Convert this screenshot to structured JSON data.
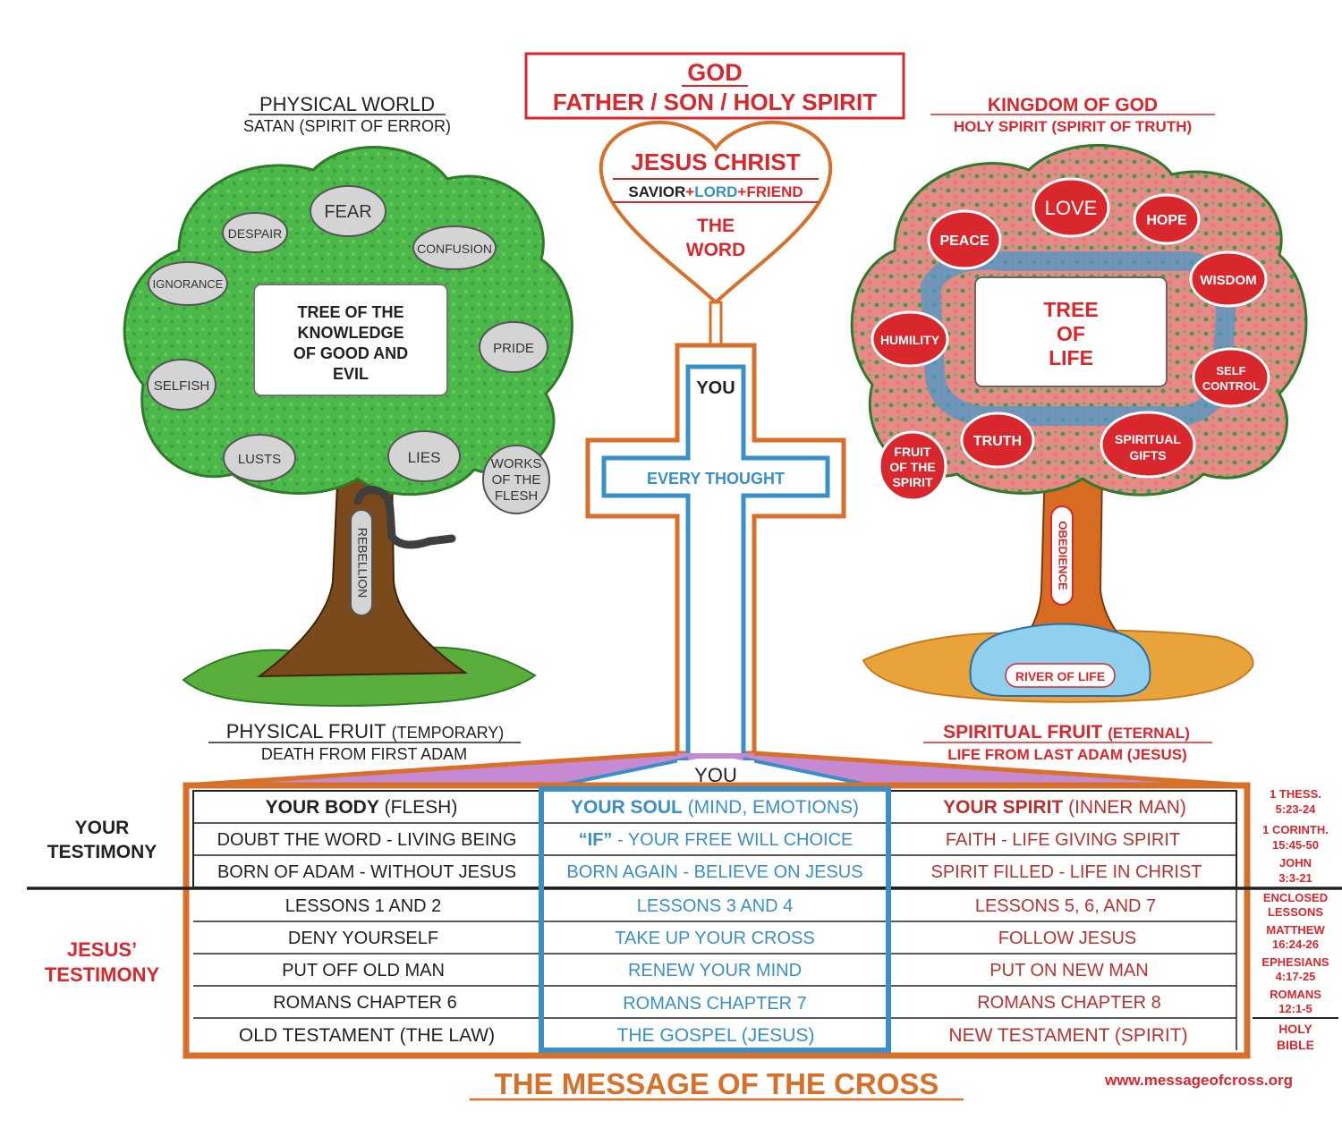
{
  "colors": {
    "red": "#d8272d",
    "dark_red": "#b7332f",
    "blue": "#3a8fc6",
    "orange": "#d8702a",
    "green_leaf": "#4bb84a",
    "pink_leaf": "#e58a86",
    "trunk": "#7a4a1c",
    "trunk_right": "#d76b22",
    "gray_bubble": "#d4d4d4"
  },
  "header": {
    "god": "GOD",
    "trinity": "FATHER / SON / HOLY SPIRIT",
    "jesus": "JESUS CHRIST",
    "savior": "SAVIOR",
    "plus1": "+",
    "lord": "LORD",
    "plus2": "+",
    "friend": "FRIEND",
    "the_word_1": "THE",
    "the_word_2": "WORD"
  },
  "cross": {
    "every_thought": "EVERY THOUGHT",
    "you": "YOU"
  },
  "left_tree": {
    "title": "PHYSICAL WORLD",
    "subtitle": "SATAN (SPIRIT OF ERROR)",
    "center_lines": [
      "TREE OF THE",
      "KNOWLEDGE",
      "OF GOOD AND",
      "EVIL"
    ],
    "bubbles": [
      "FEAR",
      "DESPAIR",
      "CONFUSION",
      "IGNORANCE",
      "PRIDE",
      "SELFISH",
      "LUSTS",
      "LIES"
    ],
    "works_lines": [
      "WORKS",
      "OF THE",
      "FLESH"
    ],
    "trunk_label": "REBELLION",
    "fruit_title": "PHYSICAL FRUIT",
    "fruit_note": "(TEMPORARY)",
    "fruit_sub": "DEATH FROM FIRST ADAM"
  },
  "right_tree": {
    "title": "KINGDOM OF GOD",
    "subtitle": "HOLY SPIRIT (SPIRIT OF TRUTH)",
    "center_lines": [
      "TREE",
      "OF",
      "LIFE"
    ],
    "bubbles": [
      "LOVE",
      "PEACE",
      "HOPE",
      "WISDOM",
      "HUMILITY",
      "TRUTH"
    ],
    "self_control": [
      "SELF",
      "CONTROL"
    ],
    "spiritual_gifts": [
      "SPIRITUAL",
      "GIFTS"
    ],
    "fruit_spirit": [
      "FRUIT",
      "OF THE",
      "SPIRIT"
    ],
    "trunk_label": "OBEDIENCE",
    "river": "RIVER OF LIFE",
    "fruit_title": "SPIRITUAL FRUIT",
    "fruit_note": "(ETERNAL)",
    "fruit_sub": "LIFE FROM LAST ADAM (JESUS)"
  },
  "table": {
    "your_testimony": [
      "YOUR",
      "TESTIMONY"
    ],
    "jesus_testimony": [
      "JESUS’",
      "TESTIMONY"
    ],
    "header": {
      "body_bold": "YOUR BODY",
      "body_rest": " (FLESH)",
      "soul_bold": "YOUR SOUL",
      "soul_rest": " (MIND, EMOTIONS)",
      "spirit_bold": "YOUR SPIRIT",
      "spirit_rest": " (INNER MAN)"
    },
    "row1": {
      "body": "DOUBT THE WORD - LIVING BEING",
      "soul_if": "“IF”",
      "soul_rest": " - YOUR FREE WILL CHOICE",
      "spirit": "FAITH - LIFE GIVING SPIRIT"
    },
    "row2": {
      "body": "BORN OF ADAM - WITHOUT JESUS",
      "soul": "BORN AGAIN - BELIEVE ON JESUS",
      "spirit": "SPIRIT FILLED - LIFE IN CHRIST"
    },
    "rows_lower": [
      {
        "body": "LESSONS 1 AND 2",
        "soul": "LESSONS 3 AND 4",
        "spirit": "LESSONS 5, 6, AND 7"
      },
      {
        "body": "DENY YOURSELF",
        "soul": "TAKE UP YOUR CROSS",
        "spirit": "FOLLOW JESUS"
      },
      {
        "body": "PUT OFF OLD MAN",
        "soul": "RENEW YOUR MIND",
        "spirit": "PUT ON NEW MAN"
      },
      {
        "body": "ROMANS CHAPTER 6",
        "soul": "ROMANS CHAPTER 7",
        "spirit": "ROMANS CHAPTER 8"
      },
      {
        "body": "OLD TESTAMENT (THE LAW)",
        "soul": "THE GOSPEL (JESUS)",
        "spirit": "NEW TESTAMENT (SPIRIT)"
      }
    ]
  },
  "references": {
    "top": [
      "1 THESS.",
      "5:23-24",
      "1 CORINTH.",
      "15:45-50",
      "JOHN",
      "3:3-21"
    ],
    "bottom": [
      "ENCLOSED",
      "LESSONS",
      "MATTHEW",
      "16:24-26",
      "EPHESIANS",
      "4:17-25",
      "ROMANS",
      "12:1-5"
    ],
    "holy_bible": [
      "HOLY",
      "BIBLE"
    ]
  },
  "footer": {
    "title": "THE MESSAGE OF THE CROSS",
    "url": "www.messageofcross.org"
  }
}
